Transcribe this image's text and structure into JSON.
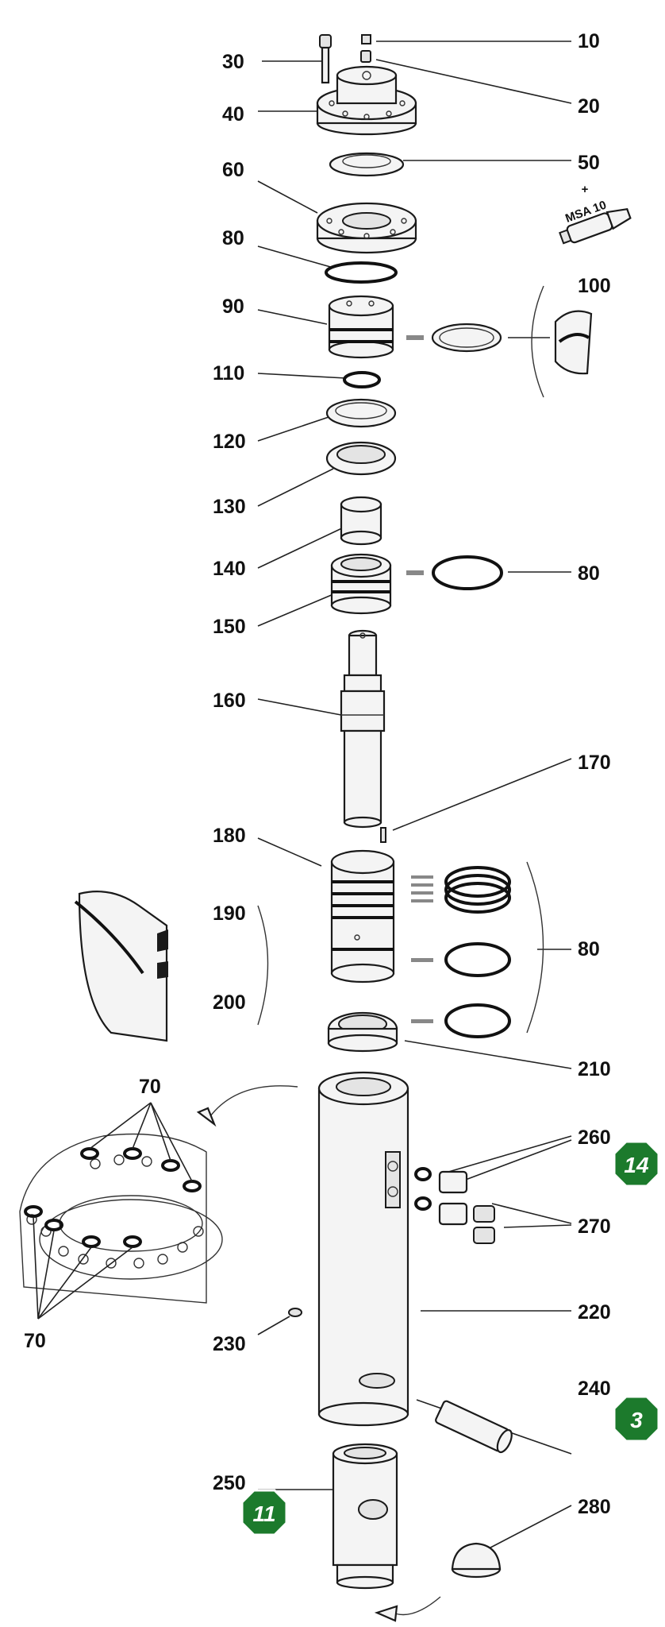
{
  "labels": {
    "l10": "10",
    "l20": "20",
    "l30": "30",
    "l40": "40",
    "l50": "50",
    "l60": "60",
    "l70a": "70",
    "l70b": "70",
    "l80a": "80",
    "l80b": "80",
    "l80c": "80",
    "l90": "90",
    "l100": "100",
    "l110": "110",
    "l120": "120",
    "l130": "130",
    "l140": "140",
    "l150": "150",
    "l160": "160",
    "l170": "170",
    "l180": "180",
    "l190": "190",
    "l200": "200",
    "l210": "210",
    "l220": "220",
    "l230": "230",
    "l240": "240",
    "l250": "250",
    "l260": "260",
    "l270": "270",
    "l280": "280"
  },
  "tube": {
    "plus": "+",
    "text": "MSA 10"
  },
  "badges": {
    "b14": "14",
    "b3": "3",
    "b11": "11"
  },
  "colors": {
    "badge": "#1c7a2c",
    "line": "#222222"
  }
}
